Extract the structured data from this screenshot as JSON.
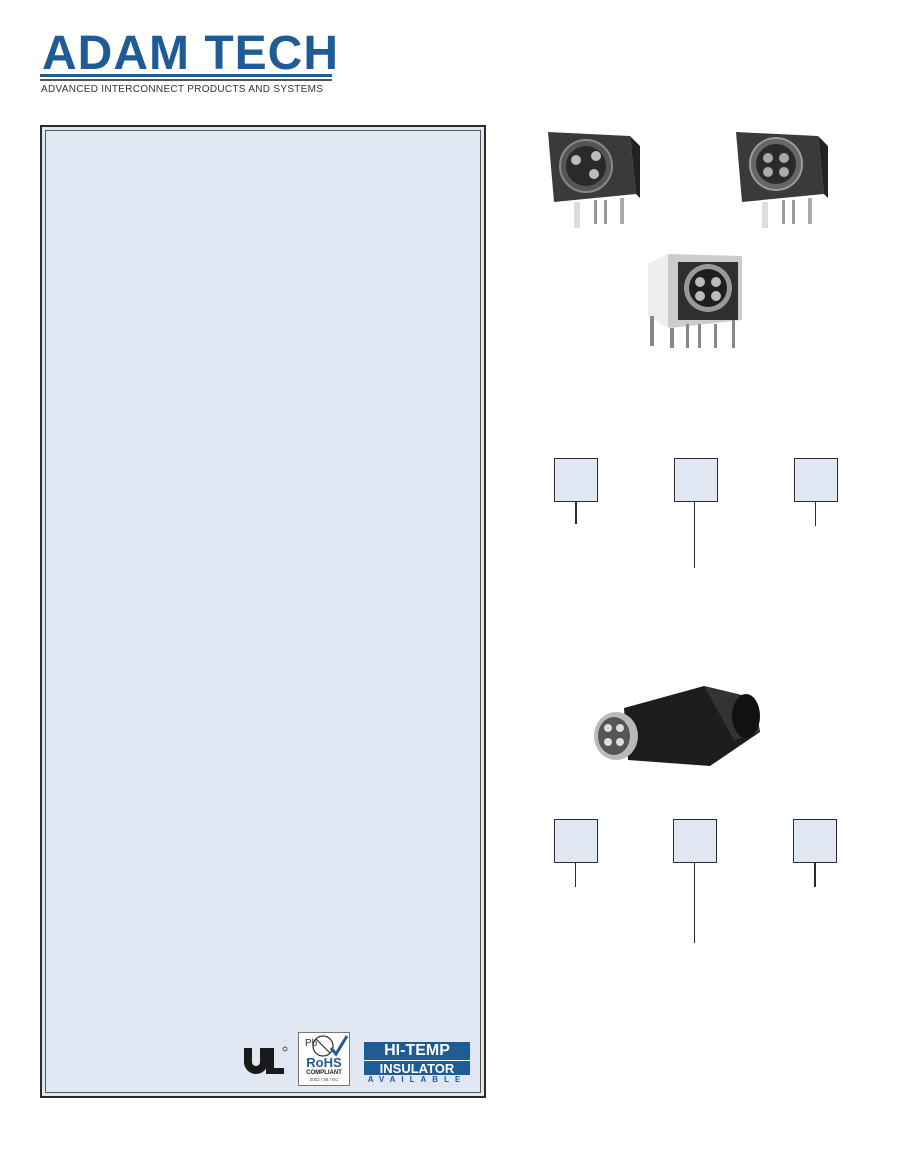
{
  "header": {
    "brand": "ADAM TECH",
    "tagline": "ADVANCED INTERCONNECT PRODUCTS AND SYSTEMS"
  },
  "certifications": {
    "ul_mark": "UL",
    "rohs": {
      "pb_symbol": "Pb",
      "label": "RoHS",
      "status": "COMPLIANT",
      "directive": "2002 / 95 / EC"
    },
    "hi_temp": {
      "line1": "HI-TEMP",
      "line2": "INSULATOR",
      "line3": "AVAILABLE"
    }
  },
  "images": {
    "product_photos": [
      "mini-din-jack-3-pin",
      "mini-din-jack-4-pin",
      "mini-din-jack-shielded-4-pin",
      "mini-din-plug"
    ]
  },
  "colors": {
    "brand_blue": "#1f5c95",
    "panel_fill": "#e0e6f2",
    "border": "#2b2b2b"
  }
}
